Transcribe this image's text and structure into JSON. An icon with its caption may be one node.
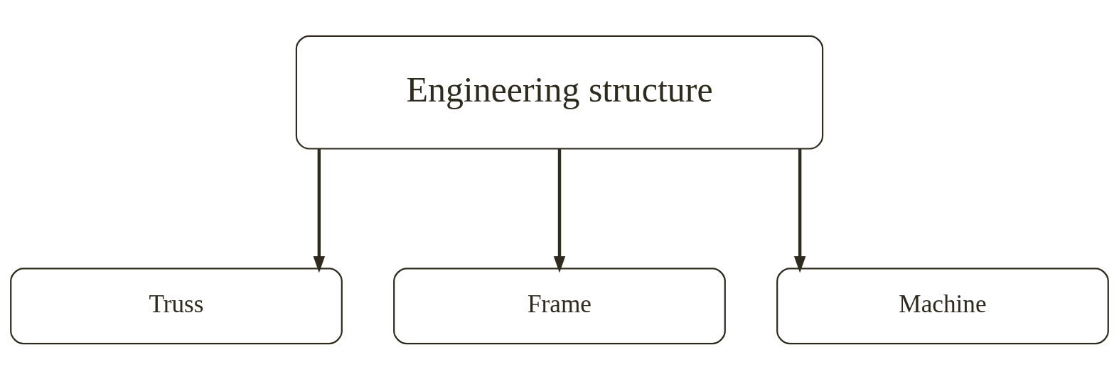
{
  "diagram": {
    "nodes": [
      {
        "text": [
          "Engineering structure"
        ]
      },
      {
        "text": [
          "Truss"
        ]
      },
      {
        "text": [
          "Frame"
        ]
      },
      {
        "text": [
          "Machine"
        ]
      }
    ],
    "edges": [
      {
        "from": 0,
        "to": 1,
        "arrow": "to"
      },
      {
        "from": 0,
        "to": 2,
        "arrow": "to"
      },
      {
        "from": 0,
        "to": 3,
        "arrow": "to"
      }
    ]
  }
}
